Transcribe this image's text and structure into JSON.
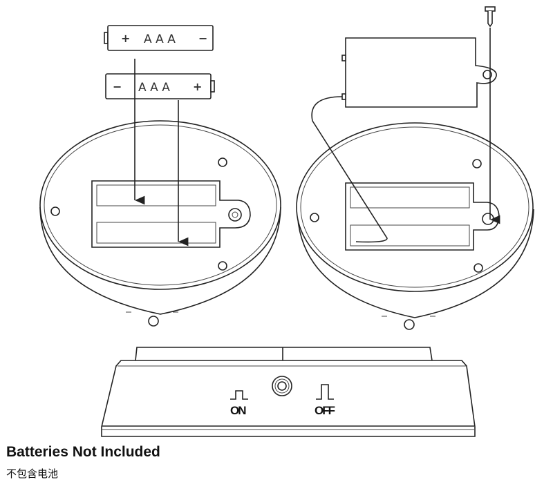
{
  "batteries": [
    {
      "left_sign": "+",
      "type": "AAA",
      "right_sign": "−"
    },
    {
      "left_sign": "−",
      "type": "AAA",
      "right_sign": "+"
    }
  ],
  "switch": {
    "on_label": "ON",
    "off_label": "OFF"
  },
  "caption": {
    "en": "Batteries Not Included",
    "cn": "不包含电池"
  }
}
